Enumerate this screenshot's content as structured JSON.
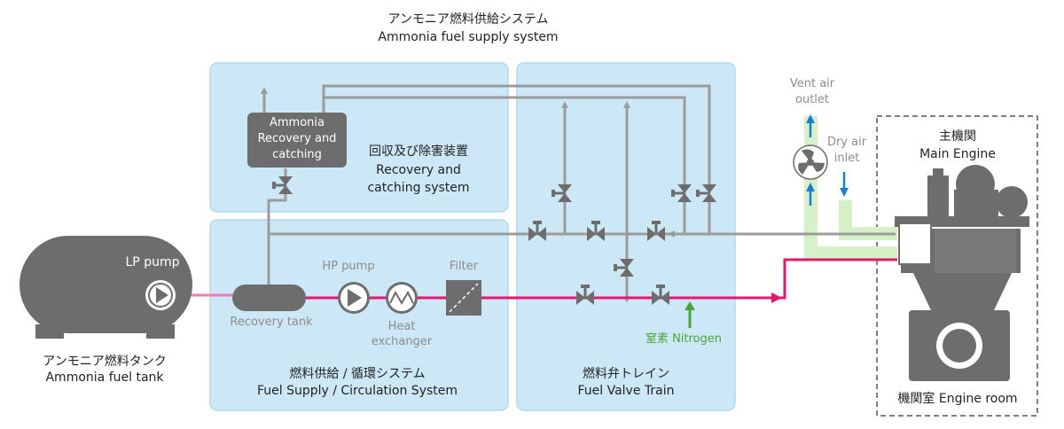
{
  "title": {
    "ja": "アンモニア燃料供給システム",
    "en": "Ammonia fuel supply system"
  },
  "tank": {
    "ja": "アンモニア燃料タンク",
    "en": "Ammonia fuel tank",
    "pump": "LP pump"
  },
  "recovery_box": {
    "line1": "Ammonia",
    "line2": "Recovery and",
    "line3": "catching"
  },
  "recovery_system": {
    "ja": "回収及び除害装置",
    "en1": "Recovery and",
    "en2": "catching system"
  },
  "fuel_supply": {
    "ja": "燃料供給 / 循環システム",
    "en": "Fuel Supply / Circulation System",
    "recovery_tank": "Recovery tank",
    "hp_pump": "HP pump",
    "heat1": "Heat",
    "heat2": "exchanger",
    "filter": "Filter"
  },
  "valve_train": {
    "ja": "燃料弁トレイン",
    "en": "Fuel Valve Train",
    "nitrogen": "窒素 Nitrogen"
  },
  "vent": {
    "line1": "Vent air",
    "line2": "outlet"
  },
  "dry": {
    "line1": "Dry air",
    "line2": "inlet"
  },
  "engine": {
    "ja": "主機関",
    "en": "Main Engine",
    "room": "機関室 Engine room"
  },
  "colors": {
    "fuel": "#e4176b",
    "panel": "#cce7f6",
    "equipment": "#6d6d6d",
    "pipe": "#9b9b9b",
    "nitrogen": "#4ca33a",
    "air_arrow": "#1a7fd4",
    "air_duct": "#d6f0c8"
  },
  "icons": [
    "pump-icon",
    "heat-exchanger-icon",
    "filter-icon",
    "valve-icon",
    "fan-icon"
  ]
}
